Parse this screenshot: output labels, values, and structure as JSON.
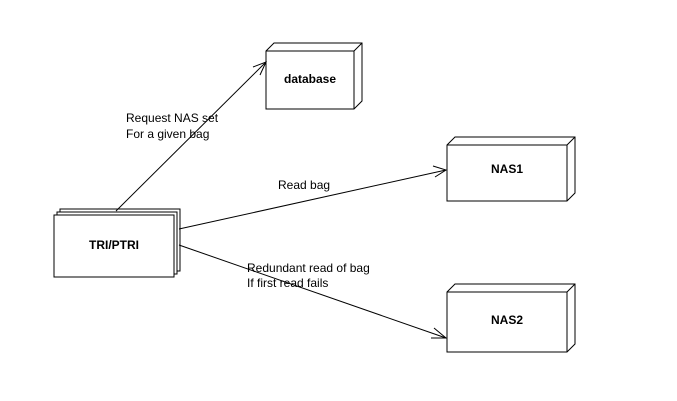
{
  "nodes": {
    "tri_ptri": {
      "label": "TRI/PTRI"
    },
    "database": {
      "label": "database"
    },
    "nas1": {
      "label": "NAS1"
    },
    "nas2": {
      "label": "NAS2"
    }
  },
  "edges": {
    "request": {
      "line1": "Request NAS set",
      "line2": "For a given bag"
    },
    "read": {
      "line1": "Read bag"
    },
    "redundant": {
      "line1": "Redundant read of bag",
      "line2": "If first read fails"
    }
  },
  "colors": {
    "stroke": "#000000",
    "fill": "#ffffff"
  }
}
